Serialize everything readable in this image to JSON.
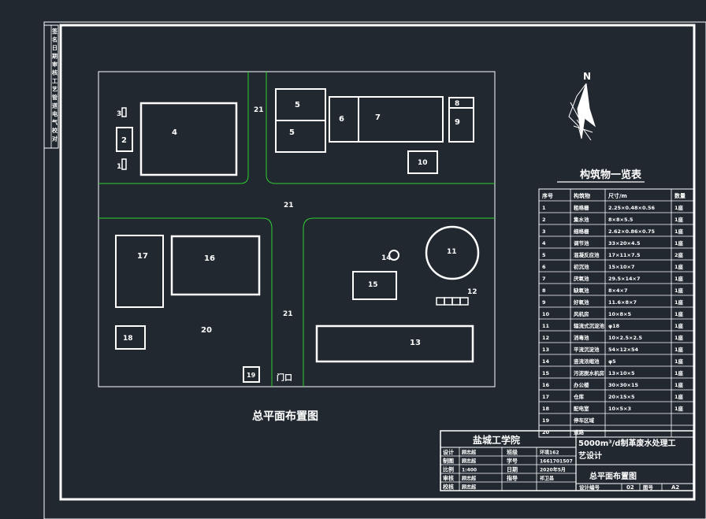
{
  "title": "总平面布置图",
  "north_label": "N",
  "gate_label": "门口",
  "structure_labels": {
    "s1": "1",
    "s2": "2",
    "s3": "3",
    "s4": "4",
    "s5a": "5",
    "s5b": "5",
    "s6": "6",
    "s7": "7",
    "s8": "8",
    "s9": "9",
    "s10": "10",
    "s11": "11",
    "s12": "12",
    "s13": "13",
    "s14": "14",
    "s15": "15",
    "s16": "16",
    "s17": "17",
    "s18": "18",
    "s19": "19",
    "s20": "20",
    "r21a": "21",
    "r21b": "21",
    "r21c": "21"
  },
  "table": {
    "title": "构筑物一览表",
    "headers": [
      "序号",
      "构筑物",
      "尺寸/m",
      "数量"
    ],
    "rows": [
      [
        "1",
        "粗格栅",
        "2.25×0.48×0.56",
        "1座"
      ],
      [
        "2",
        "集水池",
        "8×8×5.5",
        "1座"
      ],
      [
        "3",
        "细格栅",
        "2.62×0.86×0.75",
        "1座"
      ],
      [
        "4",
        "调节池",
        "33×20×4.5",
        "1座"
      ],
      [
        "5",
        "混凝反应池",
        "17×11×7.5",
        "2座"
      ],
      [
        "6",
        "初沉池",
        "15×10×7",
        "1座"
      ],
      [
        "7",
        "厌氧池",
        "29.5×14×7",
        "1座"
      ],
      [
        "8",
        "缺氧池",
        "8×4×7",
        "1座"
      ],
      [
        "9",
        "好氧池",
        "11.6×8×7",
        "1座"
      ],
      [
        "10",
        "风机房",
        "10×8×5",
        "1座"
      ],
      [
        "11",
        "辐流式沉淀池",
        "φ18",
        "1座"
      ],
      [
        "12",
        "消毒池",
        "10×2.5×2.5",
        "1座"
      ],
      [
        "13",
        "平流沉淀池",
        "54×12×54",
        "1座"
      ],
      [
        "14",
        "竖流浓缩池",
        "φ5",
        "1座"
      ],
      [
        "15",
        "污泥脱水机房",
        "13×10×5",
        "1座"
      ],
      [
        "16",
        "办公楼",
        "30×30×15",
        "1座"
      ],
      [
        "17",
        "仓库",
        "20×15×5",
        "1座"
      ],
      [
        "18",
        "配电室",
        "10×5×3",
        "1座"
      ],
      [
        "19",
        "停车区域",
        "",
        ""
      ],
      [
        "20",
        "道路",
        "",
        ""
      ]
    ]
  },
  "title_block": {
    "school": "盐城工学院",
    "project": "5000m³/d制革废水处理工艺设计",
    "drawing_name": "总平面布置图",
    "rows": [
      {
        "k1": "设计",
        "v1": "顾志超",
        "k2": "班级",
        "v2": "环境162"
      },
      {
        "k1": "制图",
        "v1": "顾志超",
        "k2": "学号",
        "v2": "1661701507"
      },
      {
        "k1": "比例",
        "v1": "1:400",
        "k2": "日期",
        "v2": "2020年5月"
      },
      {
        "k1": "审核",
        "v1": "顾志超",
        "k2": "指导",
        "v2": "祁卫昌"
      },
      {
        "k1": "校核",
        "v1": "顾志超",
        "k2": "",
        "v2": ""
      }
    ],
    "drawing_no_label": "设计编号",
    "drawing_no": "02",
    "sheet_label": "图号",
    "sheet": "A2"
  },
  "side_stamp": [
    "签",
    "名",
    "日",
    "期",
    "审",
    "核",
    "工",
    "艺",
    "管",
    "道",
    "电",
    "气",
    "校",
    "对"
  ]
}
